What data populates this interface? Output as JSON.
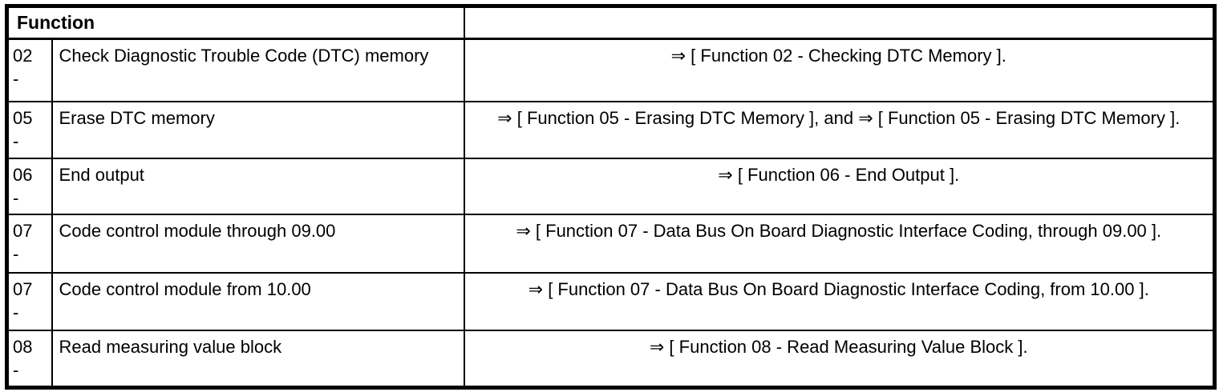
{
  "table": {
    "header": {
      "function_label": "Function",
      "reference_label": ""
    },
    "rows": [
      {
        "code": "02",
        "dash": "-",
        "description": "Check Diagnostic Trouble Code (DTC) memory",
        "reference": "⇒ [ Function 02 - Checking DTC Memory ]."
      },
      {
        "code": "05",
        "dash": "-",
        "description": "Erase DTC memory",
        "reference": "⇒ [ Function 05 - Erasing DTC Memory ], and ⇒ [ Function 05 - Erasing DTC Memory ]."
      },
      {
        "code": "06",
        "dash": "-",
        "description": "End output",
        "reference": "⇒ [ Function 06 - End Output ]."
      },
      {
        "code": "07",
        "dash": "-",
        "description": "Code control module through 09.00",
        "reference": "⇒ [ Function 07 - Data Bus On Board Diagnostic Interface Coding, through 09.00 ]."
      },
      {
        "code": "07",
        "dash": "-",
        "description": "Code control module from 10.00",
        "reference": "⇒ [ Function 07 - Data Bus On Board Diagnostic Interface Coding, from 10.00 ]."
      },
      {
        "code": "08",
        "dash": "-",
        "description": "Read measuring value block",
        "reference": "⇒ [ Function 08 - Read Measuring Value Block ]."
      }
    ]
  }
}
